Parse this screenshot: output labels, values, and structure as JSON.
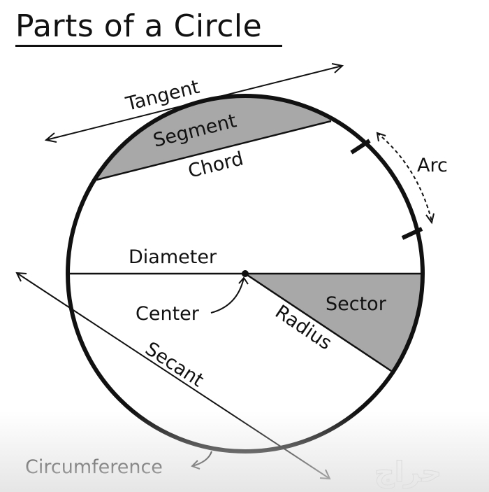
{
  "title": "Parts of a Circle",
  "labels": {
    "tangent": "Tangent",
    "segment": "Segment",
    "chord": "Chord",
    "arc": "Arc",
    "diameter": "Diameter",
    "center": "Center",
    "sector": "Sector",
    "radius": "Radius",
    "secant": "Secant",
    "circumference": "Circumference"
  },
  "watermark": "حراج",
  "colors": {
    "ink": "#111111",
    "shade": "#a8a8a8",
    "background": "#ffffff"
  }
}
